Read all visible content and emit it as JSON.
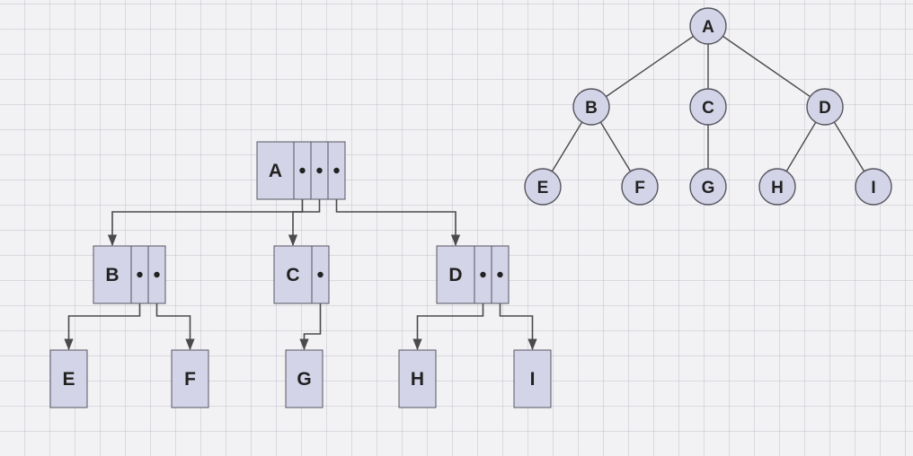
{
  "colors": {
    "node_fill": "#d4d4e8",
    "node_stroke": "#555560",
    "edge": "#4a4a4a",
    "text": "#222222"
  },
  "storage_diagram": {
    "nodes": [
      {
        "id": "A",
        "label": "A"
      },
      {
        "id": "B",
        "label": "B"
      },
      {
        "id": "C",
        "label": "C"
      },
      {
        "id": "D",
        "label": "D"
      },
      {
        "id": "E",
        "label": "E"
      },
      {
        "id": "F",
        "label": "F"
      },
      {
        "id": "G",
        "label": "G"
      },
      {
        "id": "H",
        "label": "H"
      },
      {
        "id": "I",
        "label": "I"
      }
    ],
    "pointers": [
      {
        "from": "A",
        "to": "B"
      },
      {
        "from": "A",
        "to": "C"
      },
      {
        "from": "A",
        "to": "D"
      },
      {
        "from": "B",
        "to": "E"
      },
      {
        "from": "B",
        "to": "F"
      },
      {
        "from": "C",
        "to": "G"
      },
      {
        "from": "D",
        "to": "H"
      },
      {
        "from": "D",
        "to": "I"
      }
    ]
  },
  "tree_diagram": {
    "nodes": [
      {
        "id": "A",
        "label": "A"
      },
      {
        "id": "B",
        "label": "B"
      },
      {
        "id": "C",
        "label": "C"
      },
      {
        "id": "D",
        "label": "D"
      },
      {
        "id": "E",
        "label": "E"
      },
      {
        "id": "F",
        "label": "F"
      },
      {
        "id": "G",
        "label": "G"
      },
      {
        "id": "H",
        "label": "H"
      },
      {
        "id": "I",
        "label": "I"
      }
    ],
    "edges": [
      {
        "from": "A",
        "to": "B"
      },
      {
        "from": "A",
        "to": "C"
      },
      {
        "from": "A",
        "to": "D"
      },
      {
        "from": "B",
        "to": "E"
      },
      {
        "from": "B",
        "to": "F"
      },
      {
        "from": "C",
        "to": "G"
      },
      {
        "from": "D",
        "to": "H"
      },
      {
        "from": "D",
        "to": "I"
      }
    ]
  }
}
